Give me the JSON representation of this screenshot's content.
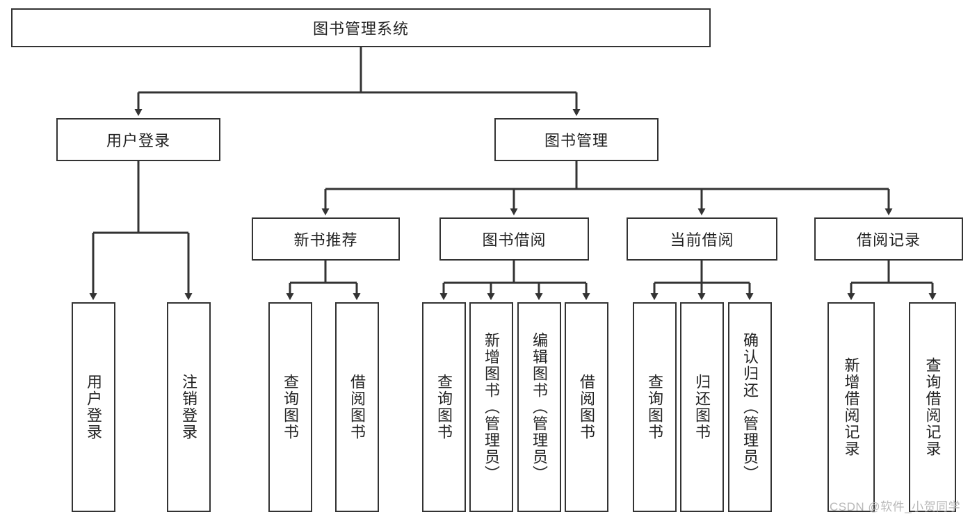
{
  "diagram": {
    "type": "hierarchy-tree",
    "title": "图书管理系统",
    "root": {
      "id": "root",
      "label": "图书管理系统"
    },
    "level2": [
      {
        "id": "user-login",
        "label": "用户登录"
      },
      {
        "id": "book-manage",
        "label": "图书管理"
      }
    ],
    "level3": [
      {
        "id": "new-book-recommend",
        "label": "新书推荐",
        "parent": "book-manage"
      },
      {
        "id": "book-borrow",
        "label": "图书借阅",
        "parent": "book-manage"
      },
      {
        "id": "current-borrow",
        "label": "当前借阅",
        "parent": "book-manage"
      },
      {
        "id": "borrow-record",
        "label": "借阅记录",
        "parent": "book-manage"
      }
    ],
    "leaves": [
      {
        "id": "leaf-user-login",
        "label": "用户登录",
        "parent": "user-login"
      },
      {
        "id": "leaf-logout-login",
        "label": "注销登录",
        "parent": "user-login"
      },
      {
        "id": "leaf-query-book-1",
        "label": "查询图书",
        "parent": "new-book-recommend"
      },
      {
        "id": "leaf-borrow-book-1",
        "label": "借阅图书",
        "parent": "new-book-recommend"
      },
      {
        "id": "leaf-query-book-2",
        "label": "查询图书",
        "parent": "book-borrow"
      },
      {
        "id": "leaf-add-book",
        "label": "新增图书（管理员）",
        "parent": "book-borrow"
      },
      {
        "id": "leaf-edit-book",
        "label": "编辑图书（管理员）",
        "parent": "book-borrow"
      },
      {
        "id": "leaf-borrow-book-2",
        "label": "借阅图书",
        "parent": "book-borrow"
      },
      {
        "id": "leaf-query-book-3",
        "label": "查询图书",
        "parent": "current-borrow"
      },
      {
        "id": "leaf-return-book",
        "label": "归还图书",
        "parent": "current-borrow"
      },
      {
        "id": "leaf-confirm-return",
        "label": "确认归还（管理员）",
        "parent": "current-borrow"
      },
      {
        "id": "leaf-add-record",
        "label": "新增借阅记录",
        "parent": "borrow-record"
      },
      {
        "id": "leaf-query-record",
        "label": "查询借阅记录",
        "parent": "borrow-record"
      }
    ]
  },
  "watermark": {
    "text": "CSDN @软件_小贺同学"
  },
  "colors": {
    "stroke": "#333333",
    "fill": "#ffffff",
    "text": "#222222",
    "watermark": "#b8b8b8"
  }
}
